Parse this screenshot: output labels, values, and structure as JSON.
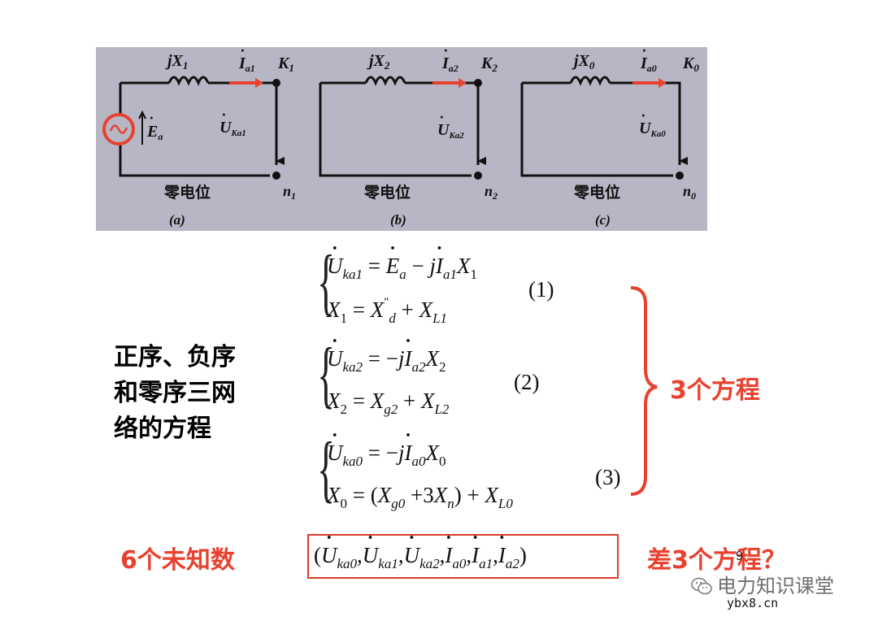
{
  "circuits": {
    "a": {
      "reactance": "jX",
      "reactance_sub": "1",
      "current": "I",
      "current_sub": "a1",
      "node_k": "K",
      "node_k_sub": "1",
      "voltage": "U",
      "voltage_sub": "Ka1",
      "node_n": "n",
      "node_n_sub": "1",
      "ground": "零电位",
      "caption": "(a)",
      "source": "E",
      "source_sub": "a"
    },
    "b": {
      "reactance": "jX",
      "reactance_sub": "2",
      "current": "I",
      "current_sub": "a2",
      "node_k": "K",
      "node_k_sub": "2",
      "voltage": "U",
      "voltage_sub": "Ka2",
      "node_n": "n",
      "node_n_sub": "2",
      "ground": "零电位",
      "caption": "(b)"
    },
    "c": {
      "reactance": "jX",
      "reactance_sub": "0",
      "current": "I",
      "current_sub": "a0",
      "node_k": "K",
      "node_k_sub": "0",
      "voltage": "U",
      "voltage_sub": "Ka0",
      "node_n": "n",
      "node_n_sub": "0",
      "ground": "零电位",
      "caption": "(c)"
    }
  },
  "section_label": [
    "正序、负序",
    "和零序三网",
    "络的方程"
  ],
  "equation_numbers": [
    "(1)",
    "(2)",
    "(3)"
  ],
  "summary_label": "3个方程",
  "unknowns_label": "6个未知数",
  "missing_label": "差3个方程？",
  "page_number": "9",
  "watermark": "电力知识课堂",
  "site": "ybx8.cn",
  "colors": {
    "accent_red": "#e8412f",
    "panel_bg": "#b7b6c4"
  }
}
